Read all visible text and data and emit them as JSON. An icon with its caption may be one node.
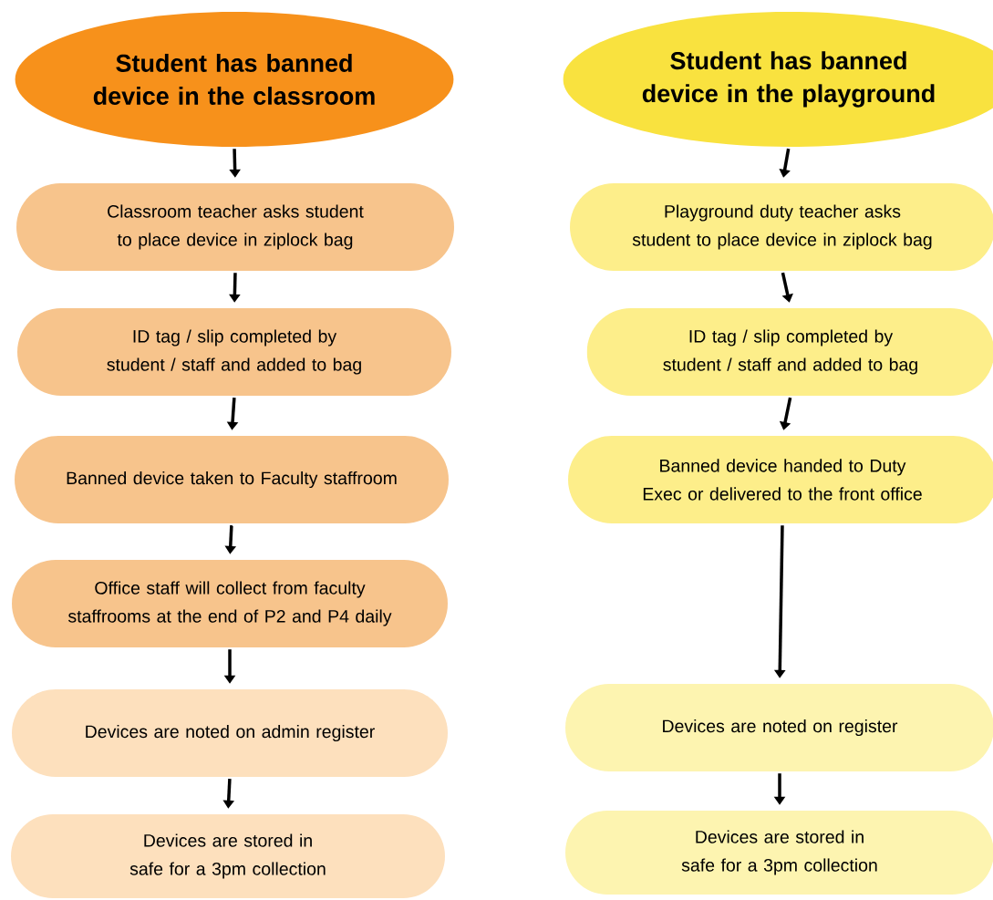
{
  "diagram": {
    "nodes": [
      {
        "text": [
          "Student has banned device in the classroom"
        ]
      },
      {
        "text": [
          "Classroom teacher asks student to place device in ziplock bag"
        ]
      },
      {
        "text": [
          "ID tag / slip completed by student / staff and added to bag"
        ]
      },
      {
        "text": [
          "Banned device taken to Faculty staffroom"
        ]
      },
      {
        "text": [
          "Office staff will collect from faculty staffrooms at the end of P2 and P4 daily"
        ]
      },
      {
        "text": [
          "Devices  are noted on admin register"
        ]
      },
      {
        "text": [
          "Devices are stored in safe for a 3pm collection"
        ]
      },
      {
        "text": [
          "Student has banned device in the playground"
        ]
      },
      {
        "text": [
          "Playground duty teacher asks student to place device in ziplock bag"
        ]
      },
      {
        "text": [
          "ID tag / slip completed by student / staff and added to bag"
        ]
      },
      {
        "text": [
          "Banned device handed to Duty Exec or delivered to the front office"
        ]
      },
      {
        "text": [
          "Devices  are noted on register"
        ]
      },
      {
        "text": [
          "Devices are stored in safe for a 3pm collection"
        ]
      }
    ],
    "edges": [
      {
        "from": 0,
        "to": 1,
        "arrow": "to"
      },
      {
        "from": 1,
        "to": 2,
        "arrow": "to"
      },
      {
        "from": 2,
        "to": 3,
        "arrow": "to"
      },
      {
        "from": 3,
        "to": 4,
        "arrow": "to"
      },
      {
        "from": 4,
        "to": 5,
        "arrow": "to"
      },
      {
        "from": 5,
        "to": 6,
        "arrow": "to"
      },
      {
        "from": 7,
        "to": 8,
        "arrow": "to"
      },
      {
        "from": 8,
        "to": 9,
        "arrow": "to"
      },
      {
        "from": 9,
        "to": 10,
        "arrow": "to"
      },
      {
        "from": 10,
        "to": 11,
        "arrow": "to"
      },
      {
        "from": 11,
        "to": 12,
        "arrow": "to"
      }
    ]
  }
}
